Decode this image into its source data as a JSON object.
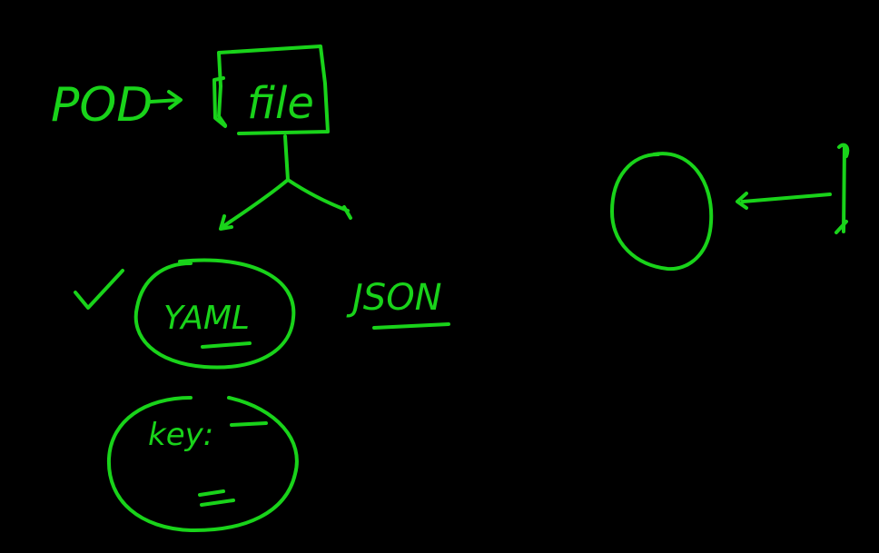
{
  "labels": {
    "pod": "POD",
    "file": "file",
    "yaml": "YAML",
    "json": "JSON",
    "key": "key:"
  },
  "colors": {
    "ink": "#19d31a",
    "background": "#000000"
  }
}
